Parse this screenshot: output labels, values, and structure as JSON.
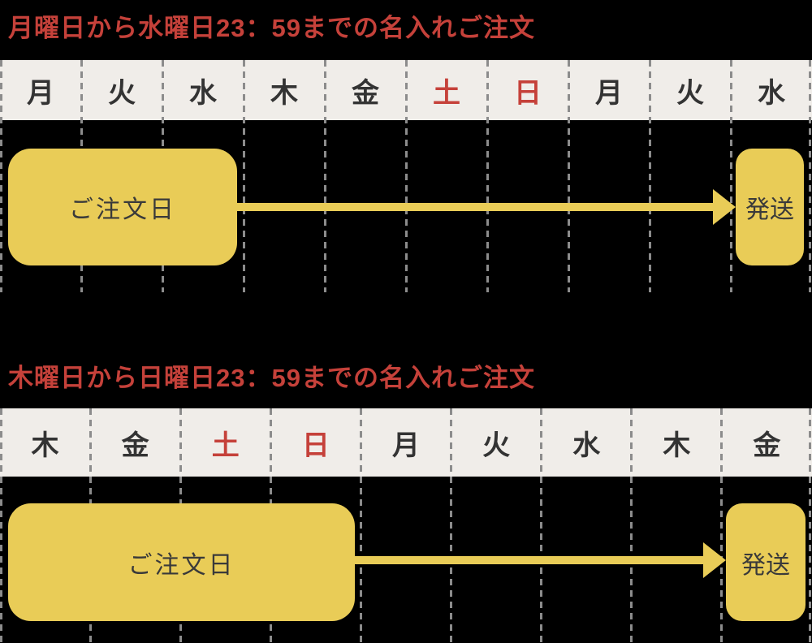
{
  "colors": {
    "background": "#000000",
    "accent_yellow": "#e9cc57",
    "title_red": "#c5413a",
    "day_dark": "#333333",
    "header_bg": "#f0ede9",
    "dash_gray": "#8c8c8c",
    "box_text": "#3a3a3a"
  },
  "sections": [
    {
      "title": "月曜日から水曜日23：59までの名入れご注文",
      "days": [
        {
          "label": "月",
          "holiday": false
        },
        {
          "label": "火",
          "holiday": false
        },
        {
          "label": "水",
          "holiday": false
        },
        {
          "label": "木",
          "holiday": false
        },
        {
          "label": "金",
          "holiday": false
        },
        {
          "label": "土",
          "holiday": true
        },
        {
          "label": "日",
          "holiday": true
        },
        {
          "label": "月",
          "holiday": false
        },
        {
          "label": "火",
          "holiday": false
        },
        {
          "label": "水",
          "holiday": false
        }
      ],
      "order_label": "ご注文日",
      "ship_label": "発送"
    },
    {
      "title": "木曜日から日曜日23：59までの名入れご注文",
      "days": [
        {
          "label": "木",
          "holiday": false
        },
        {
          "label": "金",
          "holiday": false
        },
        {
          "label": "土",
          "holiday": true
        },
        {
          "label": "日",
          "holiday": true
        },
        {
          "label": "月",
          "holiday": false
        },
        {
          "label": "火",
          "holiday": false
        },
        {
          "label": "水",
          "holiday": false
        },
        {
          "label": "木",
          "holiday": false
        },
        {
          "label": "金",
          "holiday": false
        }
      ],
      "order_label": "ご注文日",
      "ship_label": "発送"
    }
  ]
}
